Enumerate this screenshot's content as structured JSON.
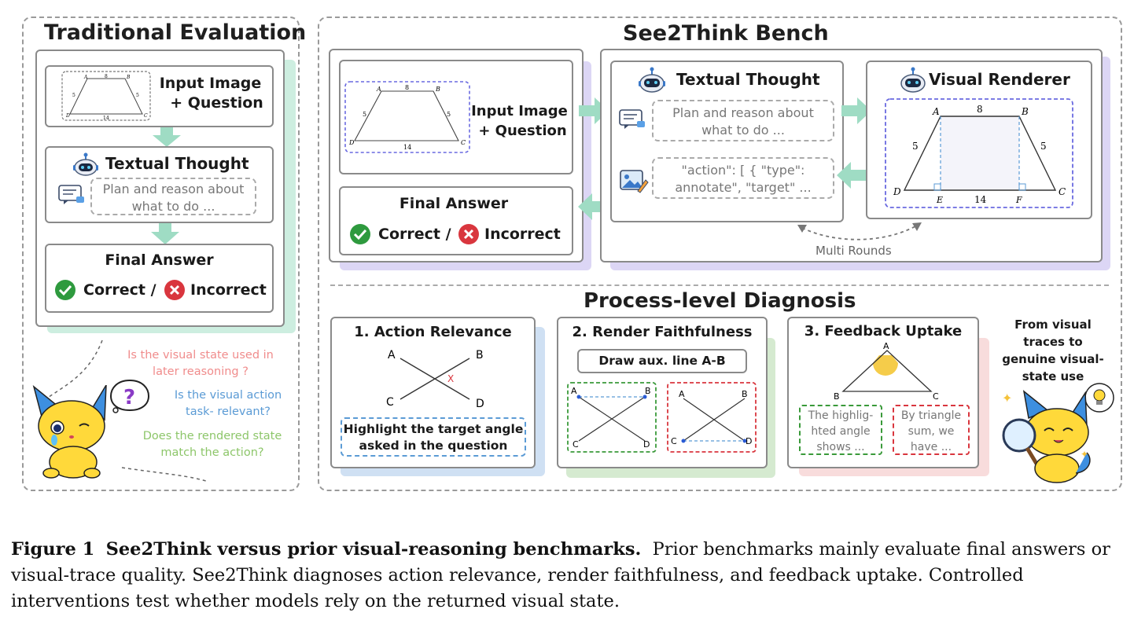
{
  "traditional": {
    "title": "Traditional Evaluation",
    "input_label_1": "Input Image",
    "input_label_2": "+ Question",
    "textual_thought": "Textual Thought",
    "thought_text_1": "Plan and reason about",
    "thought_text_2": "what to do ...",
    "final_answer": "Final Answer",
    "correct": "Correct /",
    "incorrect": "Incorrect",
    "questions": [
      {
        "line1": "Is the visual state used in",
        "line2": "later reasoning ?",
        "color": "#f08c8c"
      },
      {
        "line1": "Is the visual action",
        "line2": "task- relevant?",
        "color": "#5b9bd5"
      },
      {
        "line1": "Does the rendered state",
        "line2": "match the action?",
        "color": "#8dc66a"
      }
    ]
  },
  "trapezoid": {
    "a": "A",
    "b": "B",
    "c": "C",
    "d": "D",
    "e": "E",
    "f": "F",
    "top": "8",
    "left": "5",
    "right": "5",
    "bottom": "14"
  },
  "bench": {
    "title": "See2Think Bench",
    "input_label_1": "Input Image",
    "input_label_2": "+ Question",
    "final_answer": "Final Answer",
    "correct": "Correct /",
    "incorrect": "Incorrect",
    "textual_thought": "Textual Thought",
    "thought_text_1": "Plan and reason about",
    "thought_text_2": "what to do ...",
    "action_text_1": "\"action\": [ { \"type\":",
    "action_text_2": "annotate\", \"target\"  ...",
    "visual_renderer": "Visual Renderer",
    "multi_rounds": "Multi Rounds"
  },
  "diagnosis": {
    "title": "Process-level Diagnosis",
    "action_relevance": {
      "title": "1. Action Relevance",
      "labels": {
        "a": "A",
        "b": "B",
        "c": "C",
        "d": "D",
        "x": "X"
      },
      "box_line1": "Highlight the target angle",
      "box_line2": "asked in the question"
    },
    "render_faithfulness": {
      "title": "2. Render Faithfulness",
      "instruction": "Draw aux. line A-B",
      "labels": {
        "a": "A",
        "b": "B",
        "c": "C",
        "d": "D"
      }
    },
    "feedback_uptake": {
      "title": "3. Feedback Uptake",
      "labels": {
        "a": "A",
        "b": "B",
        "c": "C"
      },
      "good_1": "The highlig-",
      "good_2": "hted angle",
      "good_3": "shows ...",
      "bad_1": "By triangle",
      "bad_2": "sum, we",
      "bad_3": "have ..."
    },
    "side_note_1": "From visual",
    "side_note_2": "traces to",
    "side_note_3": "genuine visual-",
    "side_note_4": "state use"
  },
  "caption": {
    "label": "Figure 1",
    "bold": "See2Think versus prior visual-reasoning benchmarks.",
    "text": "Prior benchmarks mainly evaluate final answers or visual-trace quality. See2Think diagnoses action relevance, render faithfulness, and feedback uptake. Controlled interventions test whether models rely on the returned visual state."
  },
  "colors": {
    "green_arrow": "#9fdcc4",
    "purple_shadow": "#dcd6f5",
    "blue_shadow": "#cfe0f3",
    "green_shadow": "#d5ead0",
    "pink_shadow": "#f8dcdc",
    "dash_blue": "#6a6ae0",
    "check": "#2e9a3e",
    "cross": "#d9363e"
  },
  "icons": [
    "robot-icon",
    "chat-icon",
    "image-edit-icon",
    "check-icon",
    "cross-icon",
    "question-bubble-icon",
    "lightbulb-icon",
    "fox-crying-mascot",
    "fox-magnifier-mascot"
  ]
}
